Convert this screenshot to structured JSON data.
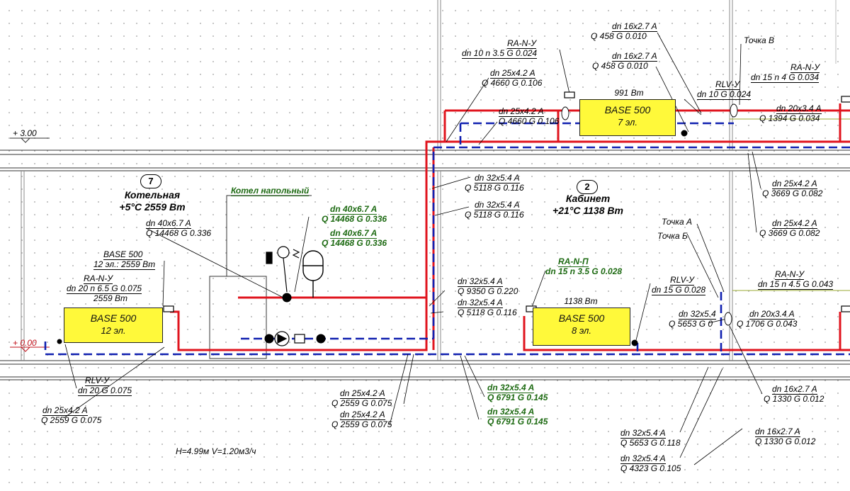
{
  "levels": {
    "top": "+ 3.00",
    "bottom": "+ 0.00"
  },
  "rooms": {
    "boiler": {
      "number": "7",
      "name": "Котельная",
      "temp_power": "+5°C 2559 Вт"
    },
    "office": {
      "number": "2",
      "name": "Кабинет",
      "temp_power": "+21°C 1138 Вт"
    }
  },
  "boiler_label": "Котел напольный",
  "pump_spec": "H=4.99м  V=1.20м3/ч",
  "radiators": {
    "r1": {
      "model": "BASE 500",
      "sections": "12 эл.",
      "power": "2559 Вт"
    },
    "r2": {
      "model": "BASE 500",
      "sections": "8 эл.",
      "power": "1138 Вт"
    },
    "r3": {
      "model": "BASE 500",
      "sections": "7 эл.",
      "power": "991 Вт"
    }
  },
  "points": {
    "a": "Точка А",
    "b": "Точка Б",
    "v": "Точка В"
  },
  "labels": {
    "base_top": "BASE 500",
    "base_bot": "12 эл.: 2559 Вт",
    "ra1_name": "RA-N-У",
    "ra1_spec": "dn 20  n 6.5  G 0.075",
    "rlv1_name": "RLV-У",
    "rlv1_spec": "dn 20  G 0.075",
    "p_l1_top": "dn 25x4.2 A",
    "p_l1_bot": "Q 2559  G 0.075",
    "p_b1_top": "dn 40x6.7 A",
    "p_b1_bot": "Q 14468  G 0.336",
    "p_g1_top": "dn 40x6.7 A",
    "p_g1_bot": "Q 14468  G 0.336",
    "p_g2_top": "dn 40x6.7 A",
    "p_g2_bot": "Q 14468  G 0.336",
    "p_m1_top": "dn 25x4.2 A",
    "p_m1_bot": "Q 2559  G 0.075",
    "p_m2_top": "dn 25x4.2 A",
    "p_m2_bot": "Q 2559  G 0.075",
    "p_c1_top": "dn 32x5.4 A",
    "p_c1_bot": "Q 5118  G 0.116",
    "p_c2_top": "dn 32x5.4 A",
    "p_c2_bot": "Q 5118  G 0.116",
    "p_c3_top": "dn 32x5.4 A",
    "p_c3_bot": "Q 9350  G 0.220",
    "p_c4_top": "dn 32x5.4 A",
    "p_c4_bot": "Q 5118  G 0.116",
    "ra2_name": "RA-N-П",
    "ra2_spec": "dn 15  n 3.5  G 0.028",
    "p_g3_top": "dn 32x5.4 A",
    "p_g3_bot": "Q 6791  G 0.145",
    "p_g4_top": "dn 32x5.4 A",
    "p_g4_bot": "Q 6791  G 0.145",
    "rlv2_name": "RLV-У",
    "rlv2_spec": "dn 15  G 0.028",
    "p_c5_top": "dn 32x5.4",
    "p_c5_bot": "Q 5653  G 0",
    "p_c6_top": "dn 32x5.4 A",
    "p_c6_bot": "Q 5653  G 0.118",
    "p_c7_top": "dn 32x5.4 A",
    "p_c7_bot": "Q 4323  G 0.105",
    "p_c8_top": "dn 16x2.7 A",
    "p_c8_bot": "Q 1330  G 0.012",
    "p_t1_top": "dn 25x4.2 A",
    "p_t1_bot": "Q 4660  G 0.106",
    "p_t2_top": "dn 25x4.2 A",
    "p_t2_bot": "Q 4660  G 0.106",
    "ra3_name": "RA-N-У",
    "ra3_spec": "dn 10  n 3.5  G 0.024",
    "p_t3_top": "dn 16x2.7 A",
    "p_t3_bot": "Q 458  G 0.010",
    "p_t4_top": "dn 16x2.7 A",
    "p_t4_bot": "Q 458  G 0.010",
    "rlv3_name": "RLV-У",
    "rlv3_spec": "dn 10  G 0.024",
    "ra4_name": "RA-N-У",
    "ra4_spec": "dn 15  n 4  G 0.034",
    "p_r1_top": "dn 20x3.4 A",
    "p_r1_bot": "Q 1394  G 0.034",
    "p_r2_top": "dn 25x4.2 A",
    "p_r2_bot": "Q 3669  G 0.082",
    "p_r3_top": "dn 25x4.2 A",
    "p_r3_bot": "Q 3669  G 0.082",
    "ra5_name": "RA-N-У",
    "ra5_spec": "dn 15  n 4.5  G 0.043",
    "p_r4_top": "dn 20x3.4 A",
    "p_r4_bot": "Q 1706  G 0.043",
    "p_r5_top": "dn 16x2.7 A",
    "p_r5_bot": "Q 1330  G 0.012"
  },
  "colors": {
    "supply": "#e0141e",
    "return": "#1020b0",
    "radiator_fill": "#fff93a",
    "green_label": "#1d6a12"
  }
}
